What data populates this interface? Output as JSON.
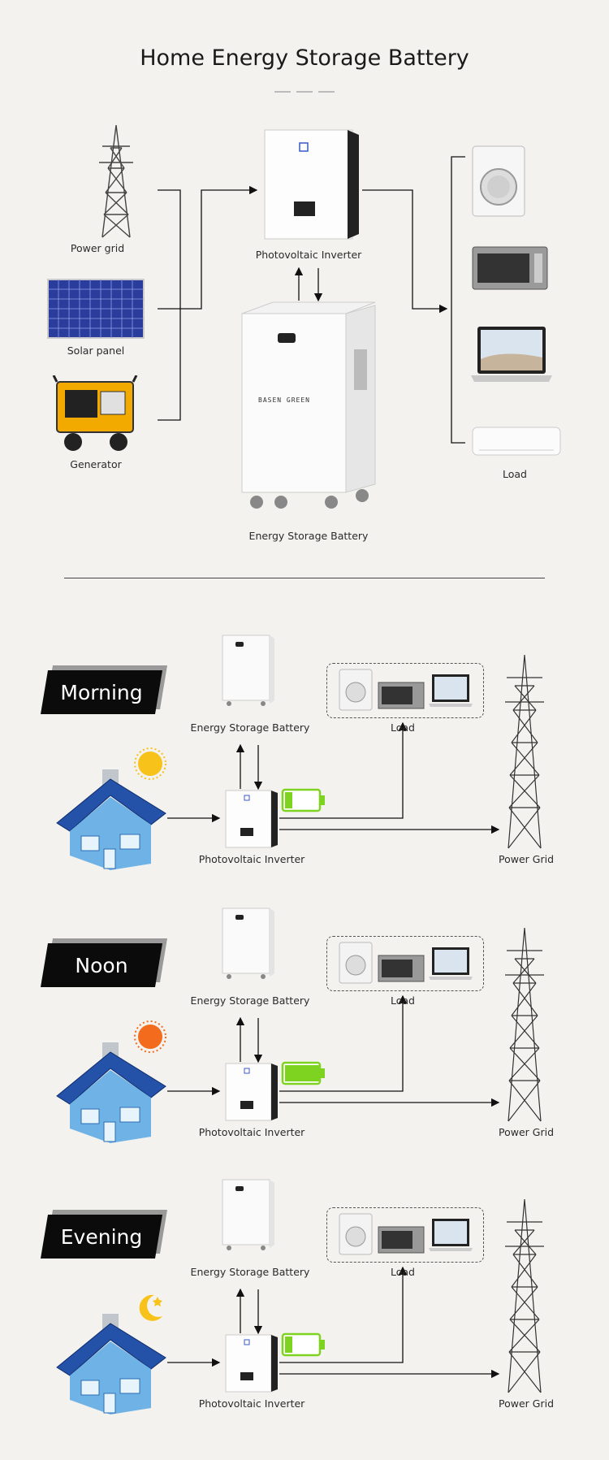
{
  "title": "Home Energy Storage Battery",
  "overview": {
    "sources": [
      "Power grid",
      "Solar panel",
      "Generator"
    ],
    "inverter": "Photovoltaic Inverter",
    "battery": "Energy Storage Battery",
    "battery_brand": "BASEN GREEN",
    "load": "Load"
  },
  "scenarios": [
    {
      "name": "Morning",
      "battery": "Energy Storage Battery",
      "load": "Load",
      "inverter": "Photovoltaic Inverter",
      "grid": "Power Grid",
      "charge_level": 0.2,
      "sky_icon": "sun-icon"
    },
    {
      "name": "Noon",
      "battery": "Energy Storage Battery",
      "load": "Load",
      "inverter": "Photovoltaic Inverter",
      "grid": "Power Grid",
      "charge_level": 1.0,
      "sky_icon": "sun-icon"
    },
    {
      "name": "Evening",
      "battery": "Energy Storage Battery",
      "load": "Load",
      "inverter": "Photovoltaic Inverter",
      "grid": "Power Grid",
      "charge_level": 0.2,
      "sky_icon": "moon-icon"
    }
  ],
  "colors": {
    "sun": "#f7c21a",
    "noon_sun": "#f36b1c",
    "battery_green": "#7ed321",
    "roof": "#2452a8",
    "wall": "#6fb3e6"
  }
}
